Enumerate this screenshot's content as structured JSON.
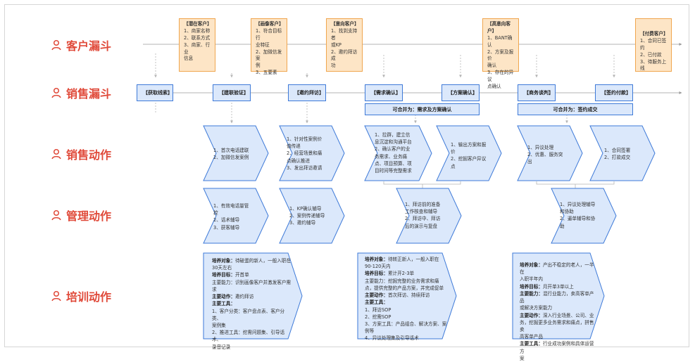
{
  "rows": [
    {
      "label": "客户漏斗"
    },
    {
      "label": "销售漏斗"
    },
    {
      "label": "销售动作"
    },
    {
      "label": "管理动作"
    },
    {
      "label": "培训动作"
    }
  ],
  "customer_funnel": [
    {
      "title": "【潜在客户】",
      "lines": [
        "1、商家名称",
        "2、联系方式",
        "3、商家、行业",
        "信息"
      ]
    },
    {
      "title": "【画像客户】",
      "lines": [
        "1、符合目标行",
        "业特征",
        "2、加微信发案",
        "例",
        "3、五要素"
      ]
    },
    {
      "title": "【意向客户】",
      "lines": [
        "1、找到支持者",
        "或KP",
        "2、邀约拜访成",
        "功"
      ]
    },
    {
      "title": "【高意向客户】",
      "lines": [
        "1、BANT确认",
        "2、方案及报价",
        "确认",
        "3、存在的异议",
        "点确认"
      ]
    },
    {
      "title": "【付费客户】",
      "lines": [
        "1、合同已签约",
        "2、已付款",
        "3、待服务上线"
      ]
    }
  ],
  "sales_funnel": [
    "【获取线索】",
    "【建联验证】",
    "【邀约拜访】",
    "【需求确认】",
    "【方案确认】",
    "【商务谈判】",
    "【签约付款】"
  ],
  "merges": [
    "可合并为：需求及方案确认",
    "可合并为：签约成交"
  ],
  "sales_actions": [
    {
      "lines": [
        "1、首次电话建联",
        "2、加微信发案例"
      ]
    },
    {
      "lines": [
        "1、针对性案例价",
        "值传递",
        "2、经营场景和痛",
        "点确认推进",
        "3、发出拜访邀请"
      ]
    },
    {
      "lines": [
        "1、拉群，建立信",
        "息沉淀和沟通平台",
        "2、确认客户的业",
        "务需求、业务痛",
        "点、项目预算、项",
        "目时间等完整需求"
      ]
    },
    {
      "lines": [
        "1、输出方案和报",
        "价",
        "2、挖掘客户异议",
        "点"
      ]
    },
    {
      "lines": [
        "1、异议处理",
        "2、优惠、服务突",
        "出"
      ]
    },
    {
      "lines": [
        "1、合同签署",
        "2、打款成交"
      ]
    }
  ],
  "management_actions": [
    {
      "lines": [
        "1、有效电话量管",
        "控",
        "2、话术辅导",
        "3、获客辅导"
      ]
    },
    {
      "lines": [
        "1、KP确认辅导",
        "2、案例传递辅导",
        "3、邀约辅导"
      ]
    },
    {
      "lines": [
        "1、拜访前的准备",
        "工作核查和辅导",
        "2、拜访中、拜访",
        "后的演示与复盘"
      ]
    },
    {
      "lines": [
        "1、异议处理辅导",
        "和协助",
        "2、逼单辅导和协",
        "助"
      ]
    }
  ],
  "training_actions": [
    {
      "items": [
        {
          "label": "培养对象：",
          "text": "待破蛋的新人，一般入职在"
        },
        {
          "label": "",
          "text": "30天左右"
        },
        {
          "label": "培养目标：",
          "text": "开首单"
        },
        {
          "label": "",
          "text": "主要能力：识别画像客户并激发客户需"
        },
        {
          "label": "",
          "text": "求"
        },
        {
          "label": "主要动作：",
          "text": "邀约拜访"
        },
        {
          "label": "主要工具：",
          "text": ""
        },
        {
          "label": "",
          "text": "1、客户分类：客户盘点表、客户分类、"
        },
        {
          "label": "",
          "text": "案例集"
        },
        {
          "label": "",
          "text": "2、推进工具：挖需问题集、引导话术、"
        },
        {
          "label": "",
          "text": "录音记录"
        }
      ]
    },
    {
      "items": [
        {
          "label": "培养对象：",
          "text": "待转正新人，一般入职在"
        },
        {
          "label": "",
          "text": "90-120天内"
        },
        {
          "label": "培养目标：",
          "text": "累计开2-3单"
        },
        {
          "label": "",
          "text": "主要能力：挖掘完整的业务需求和痛"
        },
        {
          "label": "",
          "text": "点，提供完整的产品方案，并完成促单"
        },
        {
          "label": "主要动作：",
          "text": "首次拜访、持续拜访"
        },
        {
          "label": "主要工具：",
          "text": ""
        },
        {
          "label": "",
          "text": "1、拜访SOP"
        },
        {
          "label": "",
          "text": "2、挖需SOP"
        },
        {
          "label": "",
          "text": "3、方案工具：产品组合、解决方案、案"
        },
        {
          "label": "",
          "text": "例等"
        },
        {
          "label": "",
          "text": "4、异议处理集及引导话术"
        }
      ]
    },
    {
      "items": [
        {
          "label": "培养对象：",
          "text": "产出不稳定的老人，一半在"
        },
        {
          "label": "",
          "text": "入职半年内"
        },
        {
          "label": "培养目标：",
          "text": "月开单3单以上"
        },
        {
          "label": "主要能力：",
          "text": "混行业能力，卖高客单产品"
        },
        {
          "label": "",
          "text": "或解决方案能力"
        },
        {
          "label": "主要动作：",
          "text": "深入行业场景、公司、业"
        },
        {
          "label": "",
          "text": "务，挖掘更多业务需求和痛点，拼售卖"
        },
        {
          "label": "",
          "text": "高客单产品"
        },
        {
          "label": "主要工具：",
          "text": "行业成功案例和具体运营方"
        },
        {
          "label": "",
          "text": "案"
        }
      ]
    }
  ],
  "colors": {
    "label": "#e04a3a",
    "orange_fill": "#fde5c6",
    "orange_border": "#f0a64f",
    "blue_fill": "#dbe8fb",
    "blue_border": "#3e7ad8",
    "line": "#9a9a9a"
  }
}
